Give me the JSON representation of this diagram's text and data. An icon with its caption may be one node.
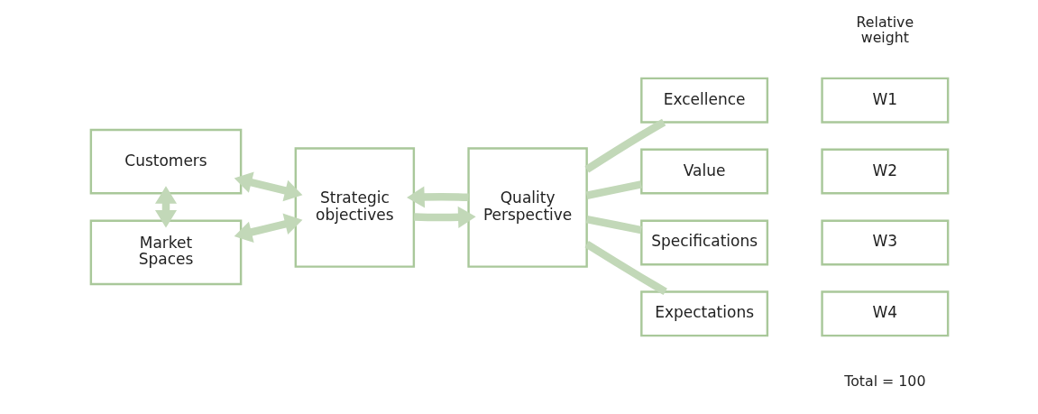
{
  "diagram": {
    "nodes": [
      {
        "text": [
          "Customers"
        ]
      },
      {
        "text": [
          "Market Spaces"
        ]
      },
      {
        "text": [
          "Strategic objectives"
        ]
      },
      {
        "text": [
          "Quality Perspective"
        ]
      },
      {
        "text": [
          "Excellence"
        ]
      },
      {
        "text": [
          "Value"
        ]
      },
      {
        "text": [
          "Specifications"
        ]
      },
      {
        "text": [
          "Expectations"
        ]
      },
      {
        "text": [
          "W1"
        ]
      },
      {
        "text": [
          "W2"
        ]
      },
      {
        "text": [
          "W3"
        ]
      },
      {
        "text": [
          "W4"
        ]
      }
    ],
    "edges": [
      {
        "from": 0,
        "to": 1,
        "arrow": "both"
      },
      {
        "from": 0,
        "to": 2,
        "arrow": "both"
      },
      {
        "from": 1,
        "to": 2,
        "arrow": "both"
      },
      {
        "from": 2,
        "to": 3,
        "arrow": "to"
      },
      {
        "from": 3,
        "to": 2,
        "arrow": "to"
      },
      {
        "from": 3,
        "to": 4,
        "arrow": "none"
      },
      {
        "from": 3,
        "to": 5,
        "arrow": "none"
      },
      {
        "from": 3,
        "to": 6,
        "arrow": "none"
      },
      {
        "from": 3,
        "to": 7,
        "arrow": "none"
      }
    ],
    "labels": [
      "Relative weight",
      "Total = 100"
    ]
  }
}
